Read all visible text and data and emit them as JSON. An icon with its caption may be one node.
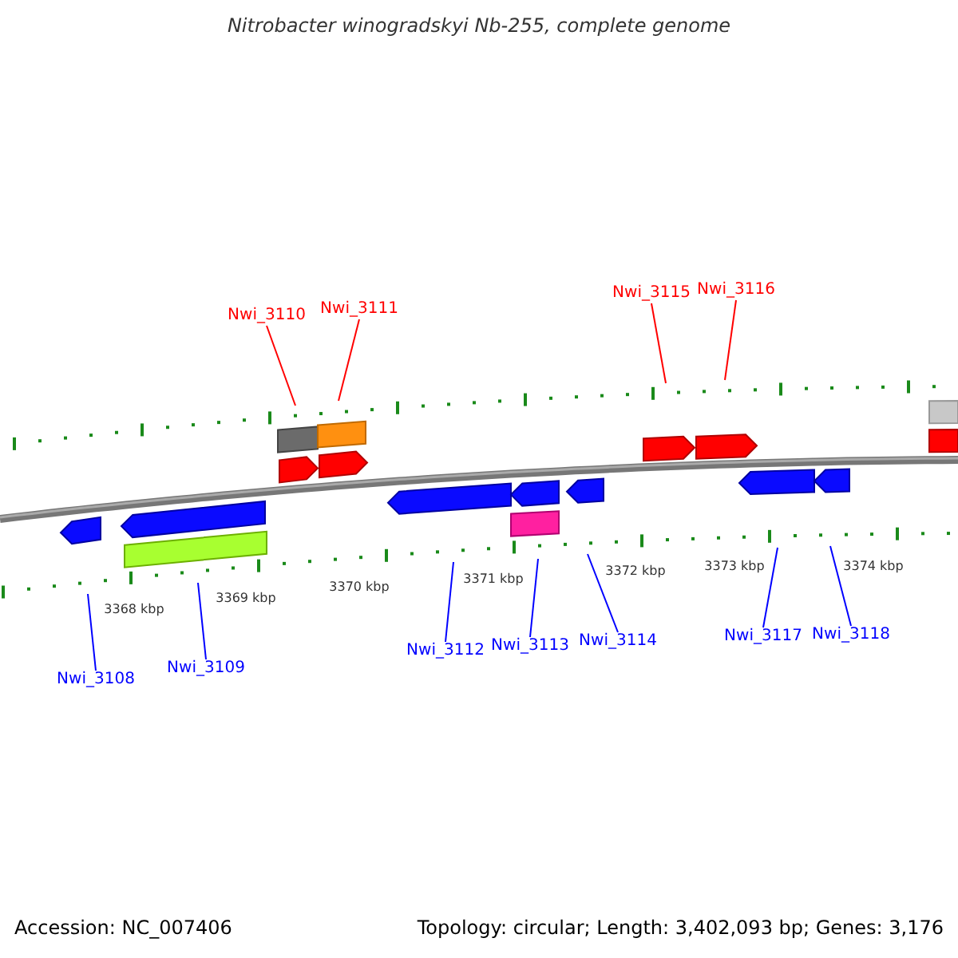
{
  "diagram": {
    "title": "Nitrobacter winogradskyi Nb-255, complete genome",
    "nodes": [
      {
        "text": [
          "Nwi_3110"
        ]
      },
      {
        "text": [
          "Nwi_3111"
        ]
      },
      {
        "text": [
          "Nwi_3115"
        ]
      },
      {
        "text": [
          "Nwi_3116"
        ]
      },
      {
        "text": [
          "Nwi_3108"
        ]
      },
      {
        "text": [
          "Nwi_3109"
        ]
      },
      {
        "text": [
          "Nwi_3112"
        ]
      },
      {
        "text": [
          "Nwi_3113"
        ]
      },
      {
        "text": [
          "Nwi_3114"
        ]
      },
      {
        "text": [
          "Nwi_3117"
        ]
      },
      {
        "text": [
          "Nwi_3118"
        ]
      }
    ],
    "edges": [
      {
        "from": 0,
        "to": null,
        "arrow": "none",
        "color": "#ff0000"
      },
      {
        "from": 1,
        "to": null,
        "arrow": "none",
        "color": "#ff0000"
      },
      {
        "from": 2,
        "to": null,
        "arrow": "none",
        "color": "#ff0000"
      },
      {
        "from": 3,
        "to": null,
        "arrow": "none",
        "color": "#ff0000"
      },
      {
        "from": 4,
        "to": null,
        "arrow": "none"
      },
      {
        "from": 5,
        "to": null,
        "arrow": "none"
      },
      {
        "from": 6,
        "to": null,
        "arrow": "none"
      },
      {
        "from": 7,
        "to": null,
        "arrow": "none"
      },
      {
        "from": 8,
        "to": null,
        "arrow": "none"
      },
      {
        "from": 9,
        "to": null,
        "arrow": "none"
      },
      {
        "from": 10,
        "to": null,
        "arrow": "none"
      }
    ],
    "labels": [
      "3368 kbp",
      "3369 kbp",
      "3370 kbp",
      "3371 kbp",
      "3372 kbp",
      "3373 kbp",
      "3374 kbp",
      "Accession: NC_007406",
      "Topology: circular; Length: 3,402,093 bp; Genes: 3,176"
    ]
  }
}
